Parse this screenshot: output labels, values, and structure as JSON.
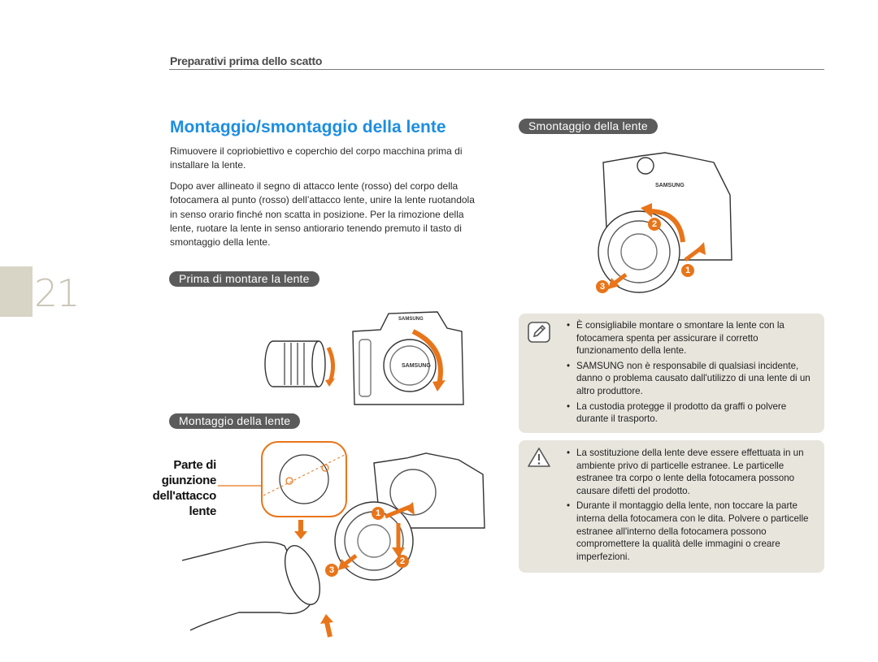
{
  "header": {
    "section_title": "Preparativi prima dello scatto"
  },
  "page": {
    "number": "21"
  },
  "main": {
    "title": "Montaggio/smontaggio della lente",
    "intro": "Rimuovere il copriobiettivo e coperchio del corpo macchina prima di installare la lente.",
    "instructions": "Dopo aver allineato il segno di attacco lente (rosso) del corpo della fotocamera al punto (rosso) dell’attacco lente, unire la lente ruotandola in senso orario finché non scatta in posizione. Per la rimozione della lente, ruotare la lente in senso antiorario tenendo premuto il tasto di smontaggio della lente."
  },
  "sections": {
    "before_mount": "Prima di montare la lente",
    "mount": "Montaggio della lente",
    "unmount": "Smontaggio della lente"
  },
  "labels": {
    "junction_line1": "Parte di",
    "junction_line2": "giunzione",
    "junction_line3": "dell'attacco",
    "junction_line4": "lente",
    "brand": "SAMSUNG",
    "step1": "1",
    "step2": "2",
    "step3": "3"
  },
  "note": {
    "icon": "pencil-note-icon",
    "items": [
      "È consigliabile montare o smontare la lente con la fotocamera spenta per assicurare il corretto funzionamento della lente.",
      "SAMSUNG non è responsabile di qualsiasi incidente, danno o problema causato dall'utilizzo di una lente di un altro produttore.",
      "La custodia protegge il prodotto da graffi o polvere durante il trasporto."
    ]
  },
  "caution": {
    "icon": "warning-triangle-icon",
    "items": [
      "La sostituzione della lente deve essere effettuata in un ambiente privo di particelle estranee. Le particelle estranee tra corpo o lente della fotocamera possono causare difetti del prodotto.",
      "Durante il montaggio della lente, non toccare la parte interna della fotocamera con le dita. Polvere o particelle estranee all'interno della fotocamera possono compromettere la qualità delle immagini o creare imperfezioni."
    ]
  },
  "colors": {
    "title_blue": "#1d8ee0",
    "pill_gray": "#5b5b5b",
    "accent_orange": "#e8751a",
    "note_bg": "#e8e5dd",
    "tab_beige": "#d8d4c6"
  }
}
